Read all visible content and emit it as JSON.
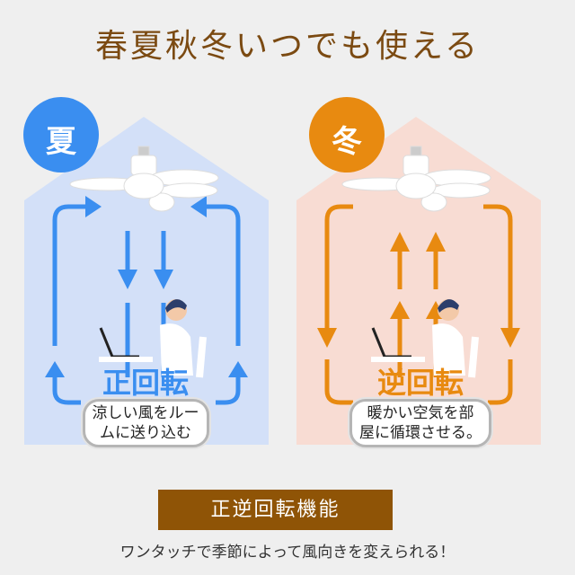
{
  "title": "春夏秋冬いつでも使える",
  "colors": {
    "summer_accent": "#3a8ef0",
    "summer_bg": "#d3e0f8",
    "winter_accent": "#e88a10",
    "winter_bg": "#f8dcd3",
    "banner": "#8f5406",
    "title": "#7b4a12"
  },
  "panels": [
    {
      "season": "夏",
      "mode": "正回転",
      "description_line1": "涼しい風をルー",
      "description_line2": "ムに送り込む",
      "airflow": "down"
    },
    {
      "season": "冬",
      "mode": "逆回転",
      "description_line1": "暖かい空気を部",
      "description_line2": "屋に循環させる。",
      "airflow": "up"
    }
  ],
  "banner": {
    "label": "正逆回転機能"
  },
  "footer": {
    "text": "ワンタッチで季節によって風向きを変えられる！"
  }
}
